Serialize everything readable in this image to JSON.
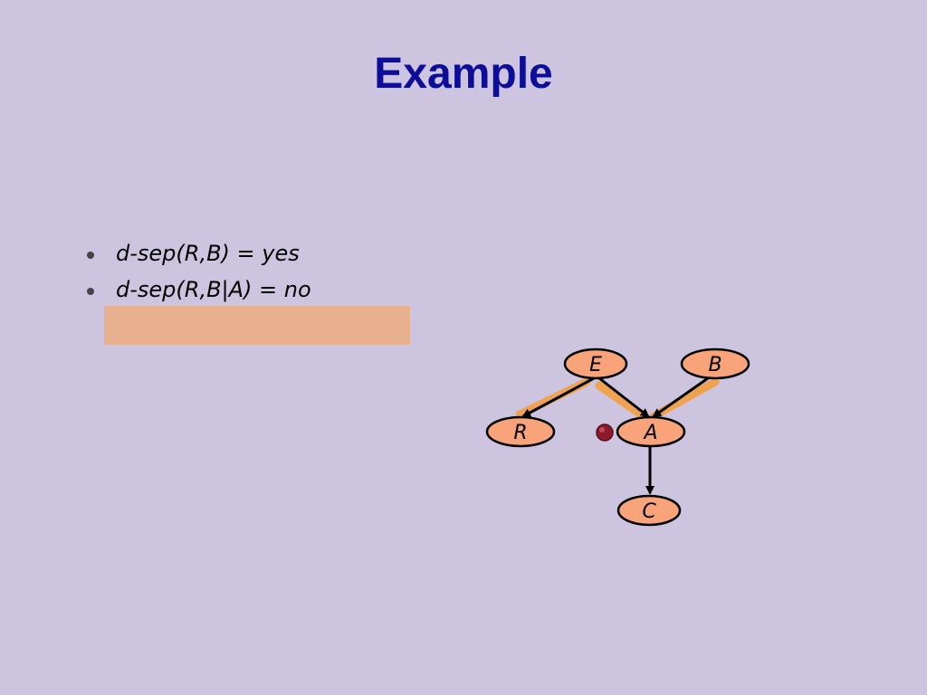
{
  "slide": {
    "title": "Example",
    "bullets": [
      "d-sep(R,B) = yes",
      "d-sep(R,B|A) = no"
    ]
  },
  "diagram": {
    "nodes": {
      "E": "E",
      "B": "B",
      "R": "R",
      "A": "A",
      "C": "C"
    },
    "edges": [
      {
        "from": "E",
        "to": "R",
        "highlighted": true
      },
      {
        "from": "E",
        "to": "A",
        "highlighted": true
      },
      {
        "from": "B",
        "to": "A",
        "highlighted": true
      },
      {
        "from": "A",
        "to": "C",
        "highlighted": false
      }
    ],
    "colors": {
      "node_fill": "#f9a37a",
      "path_highlight": "#f0a250",
      "observed_marker": "#8b1a2b",
      "box": "#e9b08f"
    }
  }
}
